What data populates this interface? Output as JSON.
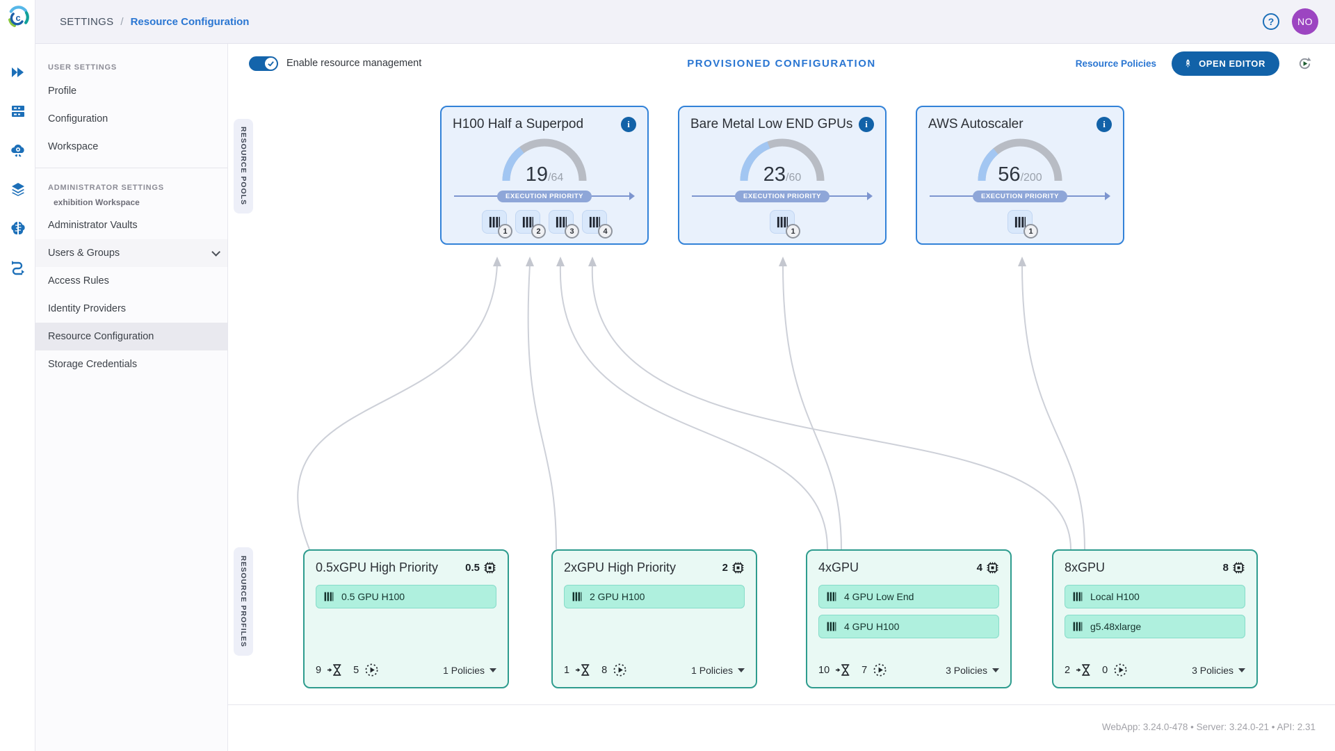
{
  "header": {
    "breadcrumb_root": "SETTINGS",
    "breadcrumb_separator": "/",
    "breadcrumb_current": "Resource Configuration",
    "avatar_initials": "NO",
    "help_glyph": "?"
  },
  "rail_icons": [
    "clearml-logo",
    "getting-started-icon",
    "workers-queues-icon",
    "cloud-autoscaler-icon",
    "reports-layers-icon",
    "ai-gateway-brain-icon",
    "pipelines-flow-icon"
  ],
  "sidebar": {
    "sections": [
      {
        "header": "USER SETTINGS",
        "items": [
          {
            "label": "Profile"
          },
          {
            "label": "Configuration"
          },
          {
            "label": "Workspace"
          }
        ]
      },
      {
        "header": "ADMINISTRATOR SETTINGS",
        "subheader": "exhibition Workspace",
        "items": [
          {
            "label": "Administrator Vaults"
          },
          {
            "label": "Users & Groups"
          },
          {
            "label": "Access Rules"
          },
          {
            "label": "Identity Providers"
          },
          {
            "label": "Resource Configuration"
          },
          {
            "label": "Storage Credentials"
          }
        ]
      }
    ]
  },
  "toolbar": {
    "toggle_label": "Enable resource management",
    "toggle_on": true,
    "title": "PROVISIONED CONFIGURATION",
    "policies_link": "Resource Policies",
    "open_editor_label": "OPEN EDITOR"
  },
  "sections": {
    "pools_tab": "RESOURCE POOLS",
    "profiles_tab": "RESOURCE PROFILES"
  },
  "pools": [
    {
      "title": "H100 Half a Superpod",
      "used": 19,
      "total": 64,
      "used_display": "19",
      "total_display": "/64",
      "priority_label": "EXECUTION PRIORITY",
      "queues": [
        {
          "badge": "1"
        },
        {
          "badge": "2"
        },
        {
          "badge": "3"
        },
        {
          "badge": "4"
        }
      ]
    },
    {
      "title": "Bare Metal Low END GPUs",
      "used": 23,
      "total": 60,
      "used_display": "23",
      "total_display": "/60",
      "priority_label": "EXECUTION PRIORITY",
      "queues": [
        {
          "badge": "1"
        }
      ]
    },
    {
      "title": "AWS Autoscaler",
      "used": 56,
      "total": 200,
      "used_display": "56",
      "total_display": "/200",
      "priority_label": "EXECUTION PRIORITY",
      "queues": [
        {
          "badge": "1"
        }
      ]
    }
  ],
  "profiles": [
    {
      "title": "0.5xGPU High Priority",
      "gpu_count": "0.5",
      "queues": [
        {
          "label": "0.5 GPU H100"
        }
      ],
      "pending": "9",
      "running": "5",
      "policies": "1 Policies"
    },
    {
      "title": "2xGPU High Priority",
      "gpu_count": "2",
      "queues": [
        {
          "label": "2 GPU H100"
        }
      ],
      "pending": "1",
      "running": "8",
      "policies": "1 Policies"
    },
    {
      "title": "4xGPU",
      "gpu_count": "4",
      "queues": [
        {
          "label": "4 GPU Low End"
        },
        {
          "label": "4 GPU H100"
        }
      ],
      "pending": "10",
      "running": "7",
      "policies": "3 Policies"
    },
    {
      "title": "8xGPU",
      "gpu_count": "8",
      "queues": [
        {
          "label": "Local H100"
        },
        {
          "label": "g5.48xlarge"
        }
      ],
      "pending": "2",
      "running": "0",
      "policies": "3 Policies"
    }
  ],
  "footer": {
    "version_text": "WebApp: 3.24.0-478 • Server: 3.24.0-21 • API: 2.31"
  },
  "colors": {
    "accent_blue": "#2a76d2",
    "button_blue": "#1262a8",
    "pool_border": "#3282d8",
    "pool_bg": "#e9f1fc",
    "gauge_fill": "#a2c6f2",
    "gauge_track": "#b8bcc4",
    "priority_pill": "#8ea6d8",
    "profile_border": "#2e9c8e",
    "profile_bg": "#e9f9f4",
    "profile_chip_bg": "#aff0de",
    "avatar_purple": "#9c45c1",
    "toggle_on_blue": "#1464ab"
  }
}
